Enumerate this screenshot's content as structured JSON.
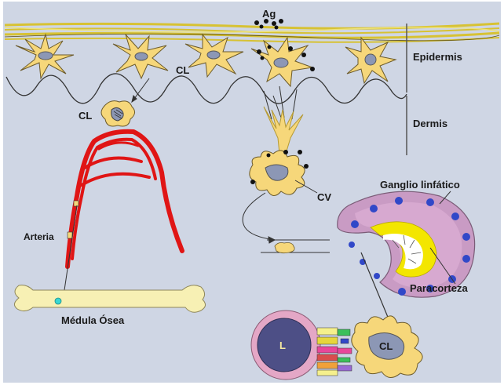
{
  "labels": {
    "antigen": "Ag",
    "epidermis": "Epidermis",
    "dermis": "Dermis",
    "langerhans_cell_upper": "CL",
    "langerhans_cell_dermis": "CL",
    "veiled_cell": "CV",
    "lymph_node": "Ganglio linfático",
    "paracortex": "Paracorteza",
    "artery": "Arteria",
    "bone_marrow": "Médula Ósea",
    "lymphocyte": "L",
    "langerhans_cell_bottom": "CL"
  },
  "colors": {
    "background": "#cfd6e4",
    "cell_fill": "#f6d77a",
    "cell_stroke": "#6b5a2a",
    "nucleus": "#8c97b5",
    "artery": "#e01515",
    "node_outer": "#c99bc4",
    "node_inner": "#d7a9d0",
    "follicle": "#3148c8",
    "paracortex_yellow": "#f3e600",
    "bone": "#f7f0b4",
    "lymphocyte_outer": "#e4a7c6",
    "lymphocyte_nucleus": "#4d4f86"
  }
}
